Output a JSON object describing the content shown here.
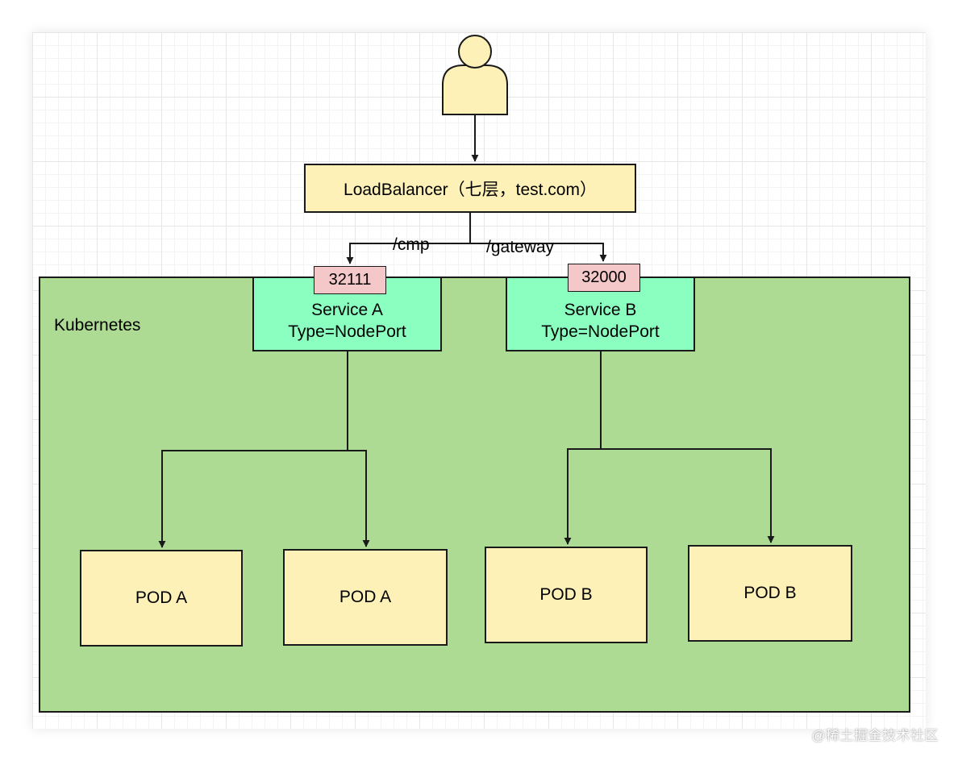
{
  "colors": {
    "cluster_fill": "#addb93",
    "box_fill": "#fdf1b8",
    "service_fill": "#8affc0",
    "port_fill": "#f4c7c8",
    "line": "#1a1a1a"
  },
  "cluster": {
    "label": "Kubernetes"
  },
  "user": {
    "icon": "user-icon"
  },
  "load_balancer": {
    "label": "LoadBalancer（七层，test.com）"
  },
  "routes": [
    {
      "path": "/cmp"
    },
    {
      "path": "/gateway"
    }
  ],
  "services": [
    {
      "name": "Service A",
      "type": "Type=NodePort",
      "port": "32111"
    },
    {
      "name": "Service B",
      "type": "Type=NodePort",
      "port": "32000"
    }
  ],
  "pods": [
    {
      "label": "POD A"
    },
    {
      "label": "POD A"
    },
    {
      "label": "POD B"
    },
    {
      "label": "POD B"
    }
  ],
  "watermark": "@稀土掘金技术社区"
}
